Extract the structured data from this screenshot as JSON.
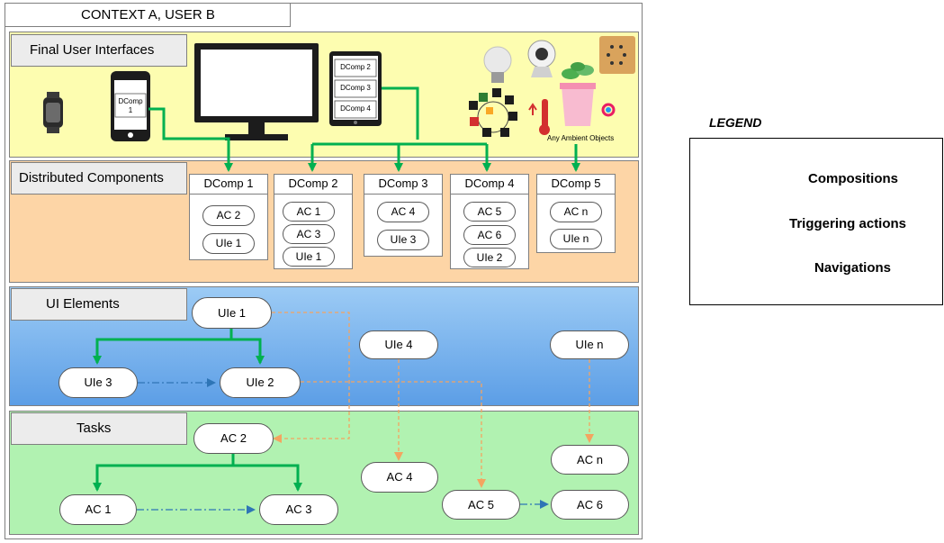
{
  "context_label": "CONTEXT A, USER B",
  "bands": {
    "final_ui": "Final User Interfaces",
    "distributed": "Distributed Components",
    "ui_elements": "UI Elements",
    "tasks": "Tasks"
  },
  "devices": {
    "phone_label": "DComp\n1",
    "tablet_items": [
      "DComp 2",
      "DComp 3",
      "DComp 4"
    ],
    "ambient_label": "Any Ambient Objects"
  },
  "dcomps": [
    {
      "title": "DComp 1",
      "items": [
        "AC 2",
        "UIe 1"
      ]
    },
    {
      "title": "DComp 2",
      "items": [
        "AC 1",
        "AC 3",
        "UIe 1"
      ]
    },
    {
      "title": "DComp 3",
      "items": [
        "AC 4",
        "UIe 3"
      ]
    },
    {
      "title": "DComp 4",
      "items": [
        "AC 5",
        "AC 6",
        "UIe 2"
      ]
    },
    {
      "title": "DComp 5",
      "items": [
        "AC n",
        "UIe n"
      ]
    }
  ],
  "ui_nodes": {
    "uie1": "UIe 1",
    "uie2": "UIe 2",
    "uie3": "UIe 3",
    "uie4": "UIe 4",
    "uien": "UIe n"
  },
  "task_nodes": {
    "ac1": "AC 1",
    "ac2": "AC 2",
    "ac3": "AC 3",
    "ac4": "AC 4",
    "ac5": "AC 5",
    "ac6": "AC 6",
    "acn": "AC n"
  },
  "legend": {
    "title": "LEGEND",
    "compositions": "Compositions",
    "triggering": "Triggering actions",
    "navigations": "Navigations"
  },
  "colors": {
    "composition": "#00b050",
    "triggering": "#f4a460",
    "navigation": "#2e75b6"
  },
  "icons": [
    "smartwatch-icon",
    "smartphone-icon",
    "monitor-icon",
    "tablet-icon",
    "lightbulb-icon",
    "webcam-icon",
    "speaker-box-icon",
    "tangible-objects-icon",
    "thermometer-icon",
    "flower-pot-icon",
    "color-wheel-icon"
  ]
}
